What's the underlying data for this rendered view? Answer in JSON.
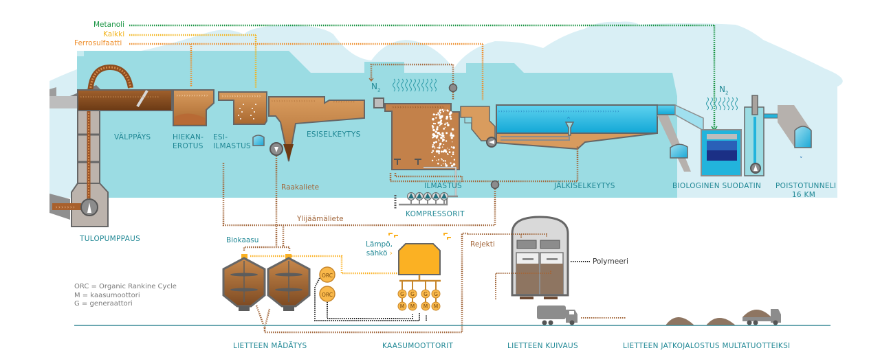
{
  "chemicals": {
    "metanoli": "Metanoli",
    "kalkki": "Kalkki",
    "ferrosulfaatti": "Ferrosulfaatti"
  },
  "colors": {
    "sky": "#d9eff5",
    "water_area": "#9bdce3",
    "sludge": "#b8773f",
    "sludge_light": "#d89b5e",
    "clean_water": "#22b4dc",
    "gray": "#8d8d8d",
    "teal_text": "#1f8794",
    "brown_text": "#a2663a",
    "metanoli": "#14923f",
    "kalkki": "#f2b41e",
    "ferrosulfaatti": "#ee8e2b",
    "engine": "#fbb123"
  },
  "stages": {
    "valppays": "VÄLPPÄYS",
    "hiekanerotus_1": "HIEKAN-",
    "hiekanerotus_2": "EROTUS",
    "esi_ilmastus_1": "ESI-",
    "esi_ilmastus_2": "ILMASTUS",
    "esiselkeytys": "ESISELKEYTYS",
    "ilmastus": "ILMASTUS",
    "kompressorit": "KOMPRESSORIT",
    "jalkiselkeytys": "JÄLKISELKEYTYS",
    "biologinen_suodatin": "BIOLOGINEN SUODATIN",
    "poistotunneli_1": "POISTOTUNNELI",
    "poistotunneli_2": "16 KM",
    "tulopumppaus": "TULOPUMPPAUS"
  },
  "flows": {
    "raakaliete": "Raakaliete",
    "ylijaamaliete": "Ylijäämäliete",
    "biokaasu": "Biokaasu",
    "lampo_1": "Lämpö,",
    "lampo_2": "sähkö",
    "rejekti": "Rejekti",
    "polymeeri": "Polymeeri",
    "n2_main": "N",
    "n2_sub": "2"
  },
  "equipment": {
    "orc": "ORC",
    "generator": "G",
    "motor": "M"
  },
  "legend": [
    "ORC = Organic Rankine Cycle",
    "M = kaasumoottori",
    "G = generaattori"
  ],
  "bottom_sections": [
    "LIETTEEN MÄDÄTYS",
    "KAASUMOOTTORIT",
    "LIETTEEN KUIVAUS",
    "LIETTEEN JATKOJALOSTUS MULTATUOTTEIKSI"
  ]
}
